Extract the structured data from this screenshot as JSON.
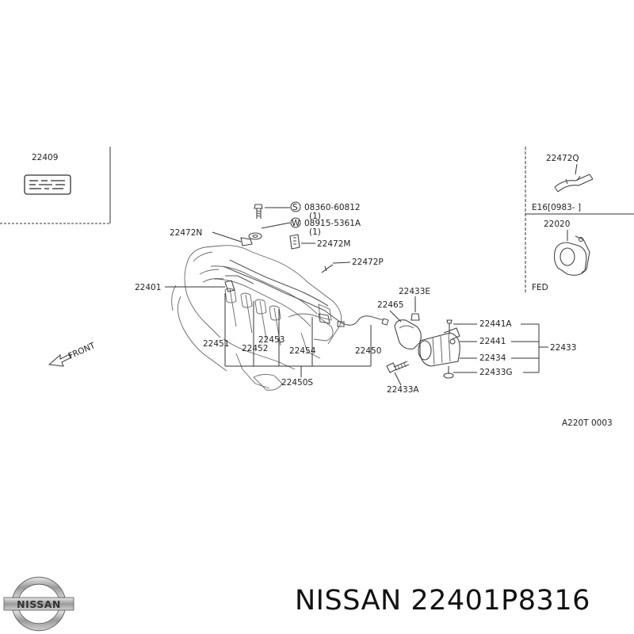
{
  "labels": {
    "p22409": "22409",
    "p22472q": "22472Q",
    "e16": "E16[0983-    ]",
    "p22020": "22020",
    "fed": "FED",
    "p08360": "08360-60812",
    "qty1a": "(1)",
    "p08915": "08915-5361A",
    "qty1b": "(1)",
    "s_marker": "S",
    "w_marker": "W",
    "p22472n": "22472N",
    "p22472m": "22472M",
    "p22472p": "22472P",
    "p22401": "22401",
    "p22433e": "22433E",
    "p22465": "22465",
    "p22441a": "22441A",
    "p22441": "22441",
    "p22433": "22433",
    "p22434": "22434",
    "p22433g": "22433G",
    "p22433a": "22433A",
    "p22451": "22451",
    "p22452": "22452",
    "p22453": "22453",
    "p22454": "22454",
    "p22450": "22450",
    "p22450s": "22450S",
    "front": "FRONT",
    "fig_code": "A220T 0003"
  },
  "brand": {
    "logo_text": "NISSAN",
    "caption": "NISSAN 22401P8316"
  }
}
